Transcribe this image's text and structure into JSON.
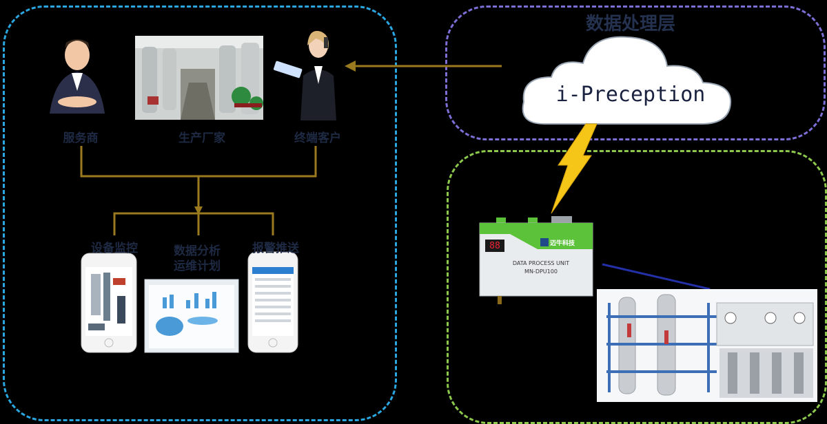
{
  "left_zone": {
    "service_provider": "服务商",
    "factory": "生产厂家",
    "end_customer": "终端客户",
    "monitoring": "设备监控",
    "analysis_line1": "数据分析",
    "analysis_line2": "运维计划",
    "alarm": "报警推送"
  },
  "data_layer": {
    "title": "数据处理层",
    "cloud_label": "i-Preception"
  },
  "device": {
    "brand": "迈牛科技",
    "subtitle": "DATA PROCESS UNIT",
    "model": "MN-DPU100",
    "display": "88"
  },
  "colors": {
    "connector": "#9a7a1e",
    "left_border": "#2aa6e0",
    "top_border": "#7b6fd6",
    "bottom_border": "#8cc84b",
    "lightning": "#f5c518",
    "device_green": "#5cc23a"
  }
}
